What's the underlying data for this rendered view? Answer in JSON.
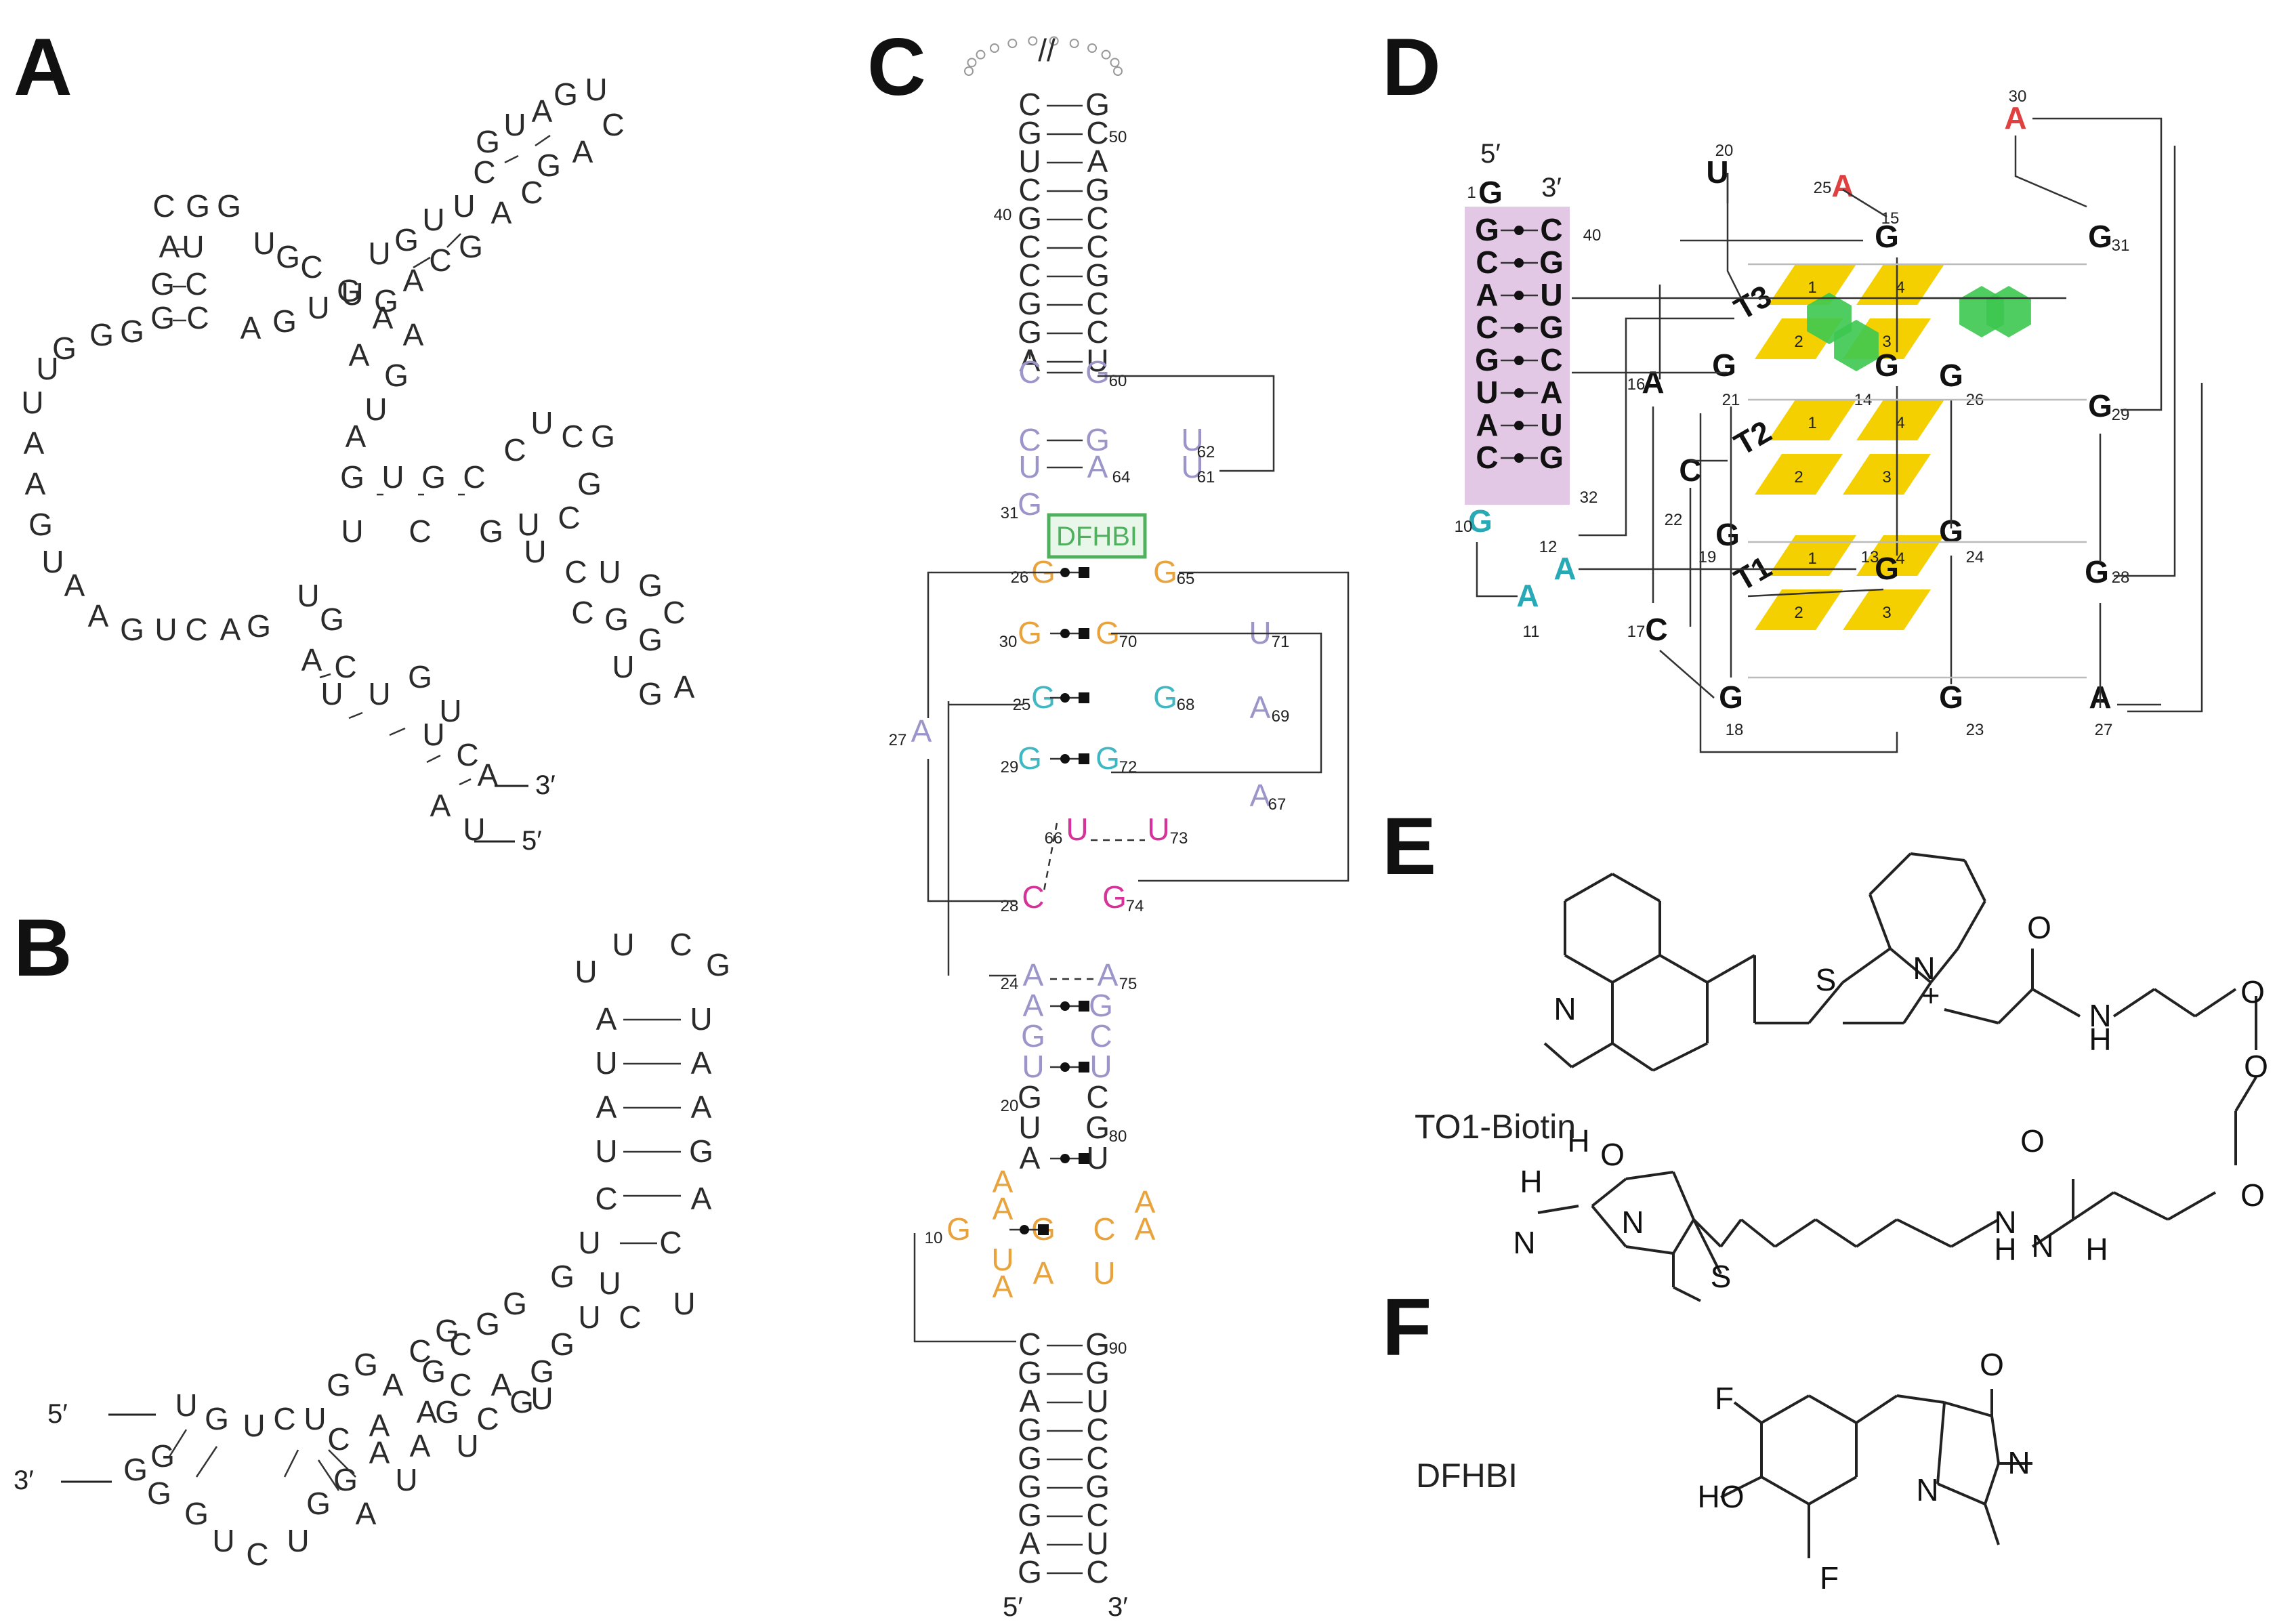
{
  "panels": {
    "A": "A",
    "B": "B",
    "C": "C",
    "D": "D",
    "E": "E",
    "F": "F"
  },
  "ends": {
    "five": "5′",
    "three": "3′"
  },
  "colors": {
    "ink": "#222222",
    "purple": "#9b95c9",
    "orange": "#e8a33c",
    "cyan": "#3fb8c4",
    "magenta": "#d6339a",
    "pink_box": "#e3c8e6",
    "yellow": "#f5d000",
    "green": "#3cc850",
    "red": "#e04040",
    "teal": "#28a9b5",
    "label_green": "#4fb05e"
  },
  "panelA": {
    "letters": [
      "C",
      "G",
      "G",
      "A",
      "U",
      "G",
      "C",
      "G",
      "C",
      "A",
      "G",
      "U",
      "G",
      "A",
      "A",
      "G",
      "G",
      "U",
      "G",
      "U",
      "A",
      "A",
      "G",
      "U",
      "A",
      "A",
      "G",
      "U",
      "C",
      "A",
      "G",
      "U",
      "G",
      "A",
      "C",
      "U",
      "U",
      "G",
      "U",
      "U",
      "C",
      "A",
      "A",
      "U",
      "A",
      "G",
      "U",
      "A",
      "G",
      "U",
      "G",
      "C",
      "C",
      "U",
      "C",
      "G",
      "G",
      "C",
      "U",
      "G",
      "C",
      "U",
      "U",
      "C",
      "U",
      "C",
      "G",
      "G",
      "C",
      "G",
      "U",
      "G",
      "A",
      "U",
      "G",
      "U",
      "U",
      "C",
      "G",
      "U",
      "A",
      "G",
      "U",
      "C",
      "A",
      "G",
      "C",
      "A",
      "G",
      "C",
      "A",
      "G",
      "U",
      "C",
      "G",
      "U",
      "C",
      "G"
    ],
    "three": "3′",
    "five": "5′"
  },
  "panelB": {
    "letters": [
      "U",
      "C",
      "G",
      "U",
      "A",
      "U",
      "U",
      "A",
      "A",
      "A",
      "U",
      "G",
      "C",
      "A",
      "U",
      "C",
      "G",
      "U",
      "C",
      "U",
      "G",
      "G",
      "C",
      "G",
      "A",
      "U",
      "G",
      "G",
      "G",
      "C",
      "U",
      "G",
      "A",
      "A",
      "G",
      "G",
      "U",
      "C",
      "U",
      "G",
      "U",
      "G",
      "G",
      "G",
      "U",
      "C",
      "U",
      "G",
      "A",
      "G",
      "U",
      "A",
      "G",
      "C",
      "A",
      "U",
      "C",
      "G",
      "A",
      "C"
    ],
    "five": "5′",
    "three": "3′"
  },
  "panelC": {
    "dfhbi_label": "DFHBI",
    "numbers": [
      "50",
      "40",
      "60",
      "62",
      "64",
      "61",
      "31",
      "26",
      "65",
      "30",
      "70",
      "71",
      "25",
      "68",
      "69",
      "27",
      "29",
      "72",
      "67",
      "66",
      "73",
      "28",
      "74",
      "24",
      "75",
      "20",
      "80",
      "10",
      "90"
    ],
    "five": "5′",
    "three": "3′"
  },
  "panelD": {
    "tier_labels": [
      "T3",
      "T2",
      "T1"
    ],
    "helix_left": [
      "G",
      "C",
      "A",
      "C",
      "G",
      "U",
      "A",
      "C"
    ],
    "helix_right": [
      "C",
      "G",
      "U",
      "G",
      "C",
      "A",
      "U",
      "G"
    ],
    "helix_numbers": [
      "1",
      "40",
      "32"
    ],
    "five": "5′",
    "three": "3′",
    "residues": [
      {
        "n": "U",
        "num": "20"
      },
      {
        "n": "A",
        "num": "25"
      },
      {
        "n": "A",
        "num": "30"
      },
      {
        "n": "G",
        "num": "15"
      },
      {
        "n": "G",
        "num": "31"
      },
      {
        "n": "G",
        "num": "21"
      },
      {
        "n": "A",
        "num": "16"
      },
      {
        "n": "G",
        "num": "14"
      },
      {
        "n": "G",
        "num": "26"
      },
      {
        "n": "G",
        "num": "29"
      },
      {
        "n": "C",
        "num": "22"
      },
      {
        "n": "G",
        "num": "19"
      },
      {
        "n": "G",
        "num": "13"
      },
      {
        "n": "G",
        "num": "24"
      },
      {
        "n": "G",
        "num": "28"
      },
      {
        "n": "C",
        "num": "17"
      },
      {
        "n": "G",
        "num": "18"
      },
      {
        "n": "G",
        "num": "23"
      },
      {
        "n": "A",
        "num": "27"
      },
      {
        "n": "G",
        "num": "10"
      },
      {
        "n": "A",
        "num": "12"
      },
      {
        "n": "A",
        "num": "11"
      }
    ],
    "quartet_numbers": [
      "1",
      "2",
      "3",
      "4"
    ]
  },
  "panelE": {
    "compound": "TO1-Biotin",
    "atoms": [
      "S",
      "N",
      "+",
      "N",
      "O",
      "N",
      "H",
      "O",
      "O",
      "O",
      "H",
      "N",
      "O",
      "N",
      "H",
      "O",
      "S",
      "N",
      "H",
      "H",
      "N"
    ]
  },
  "panelF": {
    "compound": "DFHBI",
    "atoms": [
      "F",
      "F",
      "HO",
      "O",
      "N",
      "N"
    ]
  }
}
